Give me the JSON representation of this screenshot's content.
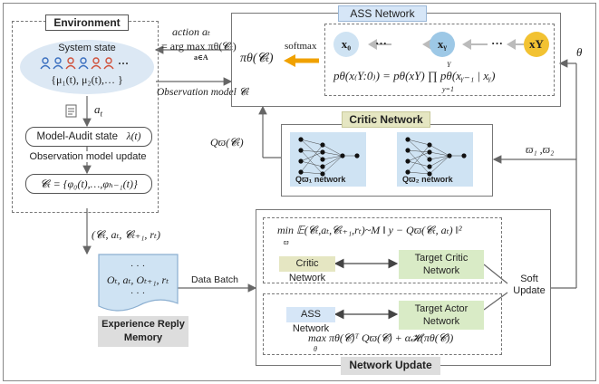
{
  "environment": {
    "title": "Environment",
    "system_state_label": "System state",
    "system_state_formula": "{μ₁(t), μ₂(t),… }",
    "action_symbol": "a",
    "action_subscript": "t",
    "model_audit_label": "Model-Audit state",
    "model_audit_formula": "λ(t)",
    "observation_update_label": "Observation  model update",
    "observation_formula": "𝓒ₜ = {φ₀(t),…,φₕ₋₁(t)}"
  },
  "interface": {
    "action_label": "action aₜ",
    "argmax_formula": "= arg max πθ(𝓒ₜ)",
    "argmax_under": "a∈A",
    "observation_model_label": "Observation model 𝓒ₜ",
    "q_label": "Qϖ(𝓒ₜ)",
    "tuple_label": "(𝓒ₜ, aₜ, 𝓒ₜ₊₁, rₜ)",
    "data_batch_label": "Data Batch",
    "theta_label": "θ",
    "varpi_label": "ϖ₁ ,ϖ₂"
  },
  "ass_network": {
    "title": "ASS Network",
    "policy_label": "πθ(𝓒ₜ)",
    "softmax_label": "softmax",
    "nodes": [
      "x₀",
      "xᵧ",
      "xY"
    ],
    "ellipsis": "···",
    "probability_formula": "pθ(x₍Y:0₎) = pθ(xY) ∏ pθ(xᵧ₋₁ | xᵧ)",
    "product_upper": "Y",
    "product_lower": "y=1"
  },
  "critic_network": {
    "title": "Critic Network",
    "net1_label": "Qϖ₁ network",
    "net2_label": "Qϖ₂ network"
  },
  "experience": {
    "lines": [
      "· · ·",
      "Oₜ, aₜ, Oₜ₊₁, rₜ",
      "· · ·"
    ],
    "title_line1": "Experience Reply",
    "title_line2": "Memory"
  },
  "network_update": {
    "title": "Network Update",
    "critic_objective": "min 𝔼(𝓒ₜ,aₜ,𝓒ₜ₊₁,rₜ)~M ‖ y − Qϖ(𝓒ₜ, aₜ) ‖²",
    "critic_objective_under": "ϖ",
    "critic_label": "Critic Network",
    "target_critic_line1": "Target Critic",
    "target_critic_line2": "Network",
    "ass_label": "ASS Network",
    "target_actor_line1": "Target Actor",
    "target_actor_line2": "Network",
    "actor_objective": "max πθ(𝓒)ᵀ Qϖ(𝓒) + α𝓗(πθ(𝓒))",
    "actor_objective_under": "θ",
    "soft_update_line1": "Soft",
    "soft_update_line2": "Update"
  },
  "colors": {
    "ass_fill": "#d6e6f7",
    "critic_fill": "#e5e6c2",
    "target_fill": "#d9ebc6",
    "node_light": "#cfe3f3",
    "node_blue": "#9dc8e6",
    "node_gold": "#f2c232",
    "arrow_orange": "#f0a100",
    "state_fill": "#dce8f4",
    "mem_title_fill": "#dddddd"
  }
}
